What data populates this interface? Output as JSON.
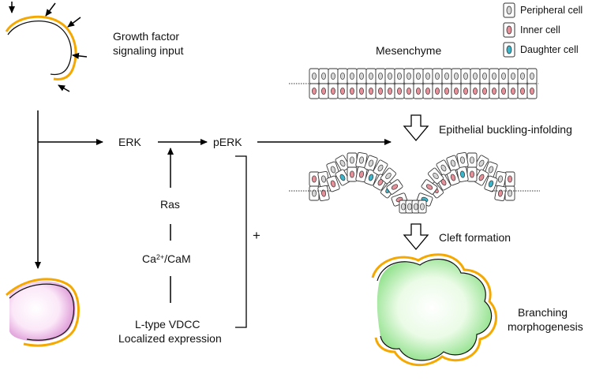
{
  "legend": {
    "peripheral": "Peripheral cell",
    "inner": "Inner cell",
    "daughter": "Daughter cell"
  },
  "labels": {
    "growth_line1": "Growth factor",
    "growth_line2": "signaling input",
    "mesenchyme": "Mesenchyme",
    "buckling": "Epithelial buckling-infolding",
    "cleft": "Cleft formation",
    "branching_line1": "Branching",
    "branching_line2": "morphogenesis",
    "erk": "ERK",
    "perk": "pERK",
    "ras": "Ras",
    "ca": "Ca",
    "ca_sup": "2+",
    "cam": "/CaM",
    "vdcc_line1": "L-type VDCC",
    "vdcc_line2": "Localized expression",
    "plus": "+"
  },
  "colors": {
    "outline_orange": "#f5a800",
    "inner_red": "#e8909a",
    "daughter_blue": "#3ab6cc",
    "peripheral_gray": "#d6d6d6",
    "pink_fill": "#e8a6e0",
    "green_fill": "#8ee08a"
  }
}
